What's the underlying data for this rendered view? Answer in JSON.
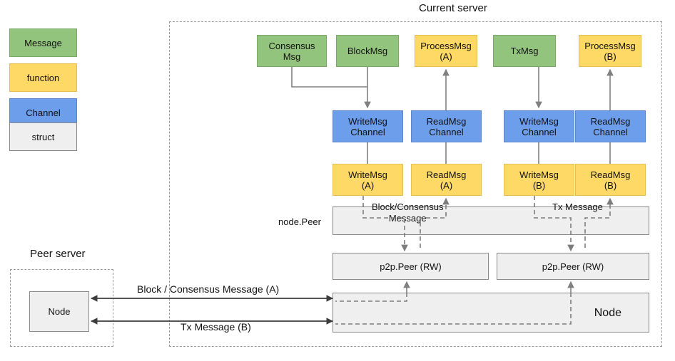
{
  "diagram": {
    "title_current_server": "Current server",
    "title_peer_server": "Peer server"
  },
  "legend": {
    "items": [
      {
        "label": "Message",
        "kind": "message",
        "color": "#93c47d"
      },
      {
        "label": "function",
        "kind": "function",
        "color": "#ffd966"
      },
      {
        "label": "Channel",
        "kind": "channel",
        "color": "#6d9eeb"
      },
      {
        "label": "struct",
        "kind": "struct",
        "color": "#efefef"
      }
    ]
  },
  "messages_row": [
    {
      "label": "Consensus\nMsg",
      "kind": "message"
    },
    {
      "label": "BlockMsg",
      "kind": "message"
    },
    {
      "label": "ProcessMsg\n(A)",
      "kind": "function"
    },
    {
      "label": "TxMsg",
      "kind": "message"
    },
    {
      "label": "ProcessMsg\n(B)",
      "kind": "function"
    }
  ],
  "channels_row": [
    {
      "label": "WriteMsg\nChannel",
      "kind": "channel"
    },
    {
      "label": "ReadMsg\nChannel",
      "kind": "channel"
    },
    {
      "label": "WriteMsg\nChannel",
      "kind": "channel"
    },
    {
      "label": "ReadMsg\nChannel",
      "kind": "channel"
    }
  ],
  "functions_row": [
    {
      "label": "WriteMsg\n(A)",
      "kind": "function"
    },
    {
      "label": "ReadMsg\n(A)",
      "kind": "function"
    },
    {
      "label": "WriteMsg\n(B)",
      "kind": "function"
    },
    {
      "label": "ReadMsg\n(B)",
      "kind": "function"
    }
  ],
  "node_peer": {
    "label": "node.Peer",
    "flow_left_label": "Block/Consensus\nMessage",
    "flow_right_label": "Tx Message"
  },
  "p2p_peers": [
    {
      "label": "p2p.Peer (RW)"
    },
    {
      "label": "p2p.Peer (RW)"
    }
  ],
  "current_node": {
    "label": "Node"
  },
  "peer_server": {
    "node_label": "Node"
  },
  "transport_labels": {
    "channel_a": "Block / Consensus Message (A)",
    "channel_b": "Tx Message (B)"
  }
}
